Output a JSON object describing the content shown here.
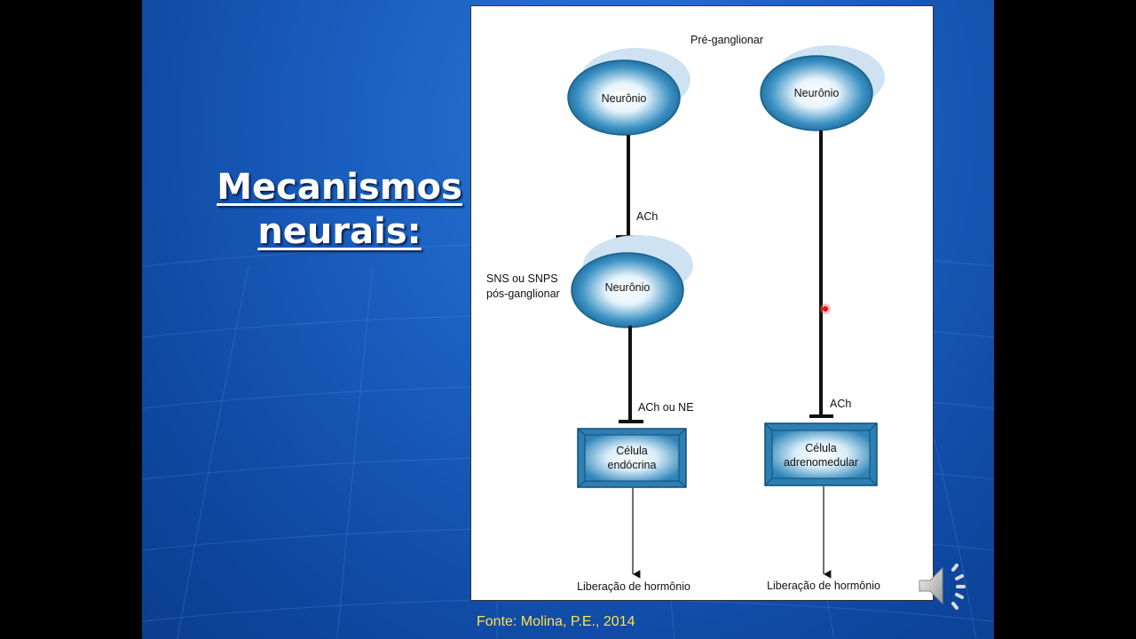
{
  "slide": {
    "title_line1": "Mecanismos",
    "title_line2": "neurais:",
    "source": "Fonte: Molina, P.E., 2014"
  },
  "diagram": {
    "top_label": "Pré-ganglionar",
    "left": {
      "preganglionic_neuron": "Neurônio",
      "synapse1_label": "ACh",
      "postganglionic_label_line1": "SNS ou SNPS",
      "postganglionic_label_line2": "pós-ganglionar",
      "postganglionic_neuron": "Neurônio",
      "synapse2_label": "ACh ou NE",
      "target_line1": "Célula",
      "target_line2": "endócrina",
      "output": "Liberação de hormônio"
    },
    "right": {
      "preganglionic_neuron": "Neurônio",
      "synapse_label": "ACh",
      "target_line1": "Célula",
      "target_line2": "adrenomedular",
      "output": "Liberação de hormônio"
    }
  },
  "icons": {
    "audio": "speaker-icon"
  },
  "colors": {
    "background": "#1a5fbf",
    "caption": "#ffe14a",
    "neuron": "#1f7bb0"
  }
}
